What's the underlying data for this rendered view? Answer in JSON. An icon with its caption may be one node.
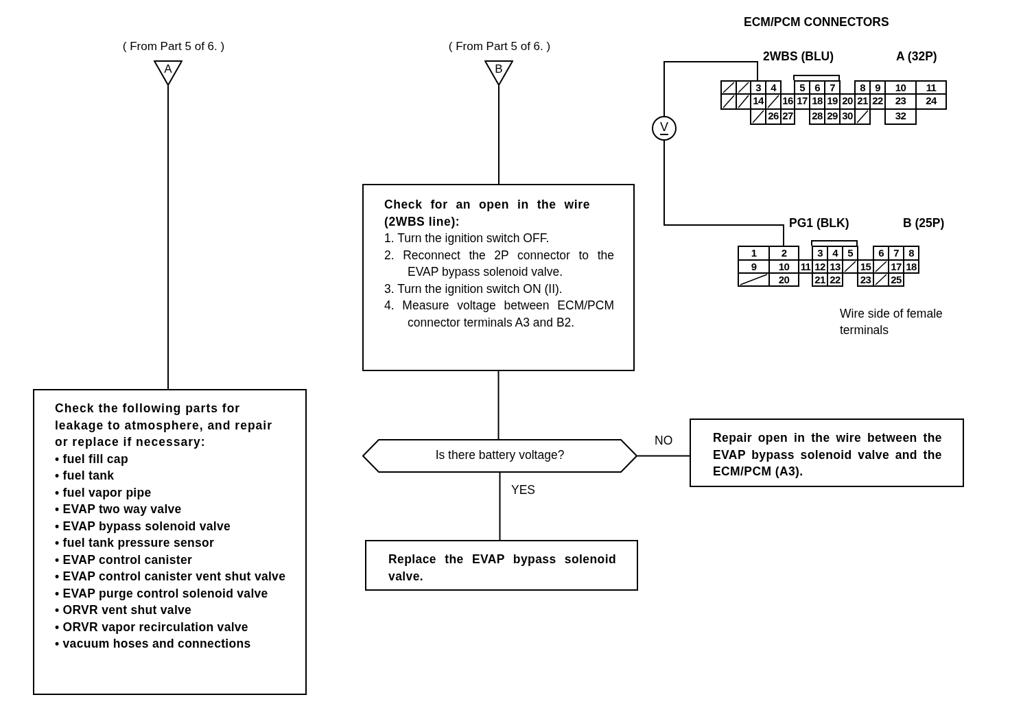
{
  "diagram": {
    "nodes": [
      {
        "text": [
          "A"
        ],
        "beside": [
          "( From Part 5 of 6. )"
        ]
      },
      {
        "text": [
          "Check the following parts for leakage to atmosphere, and repair or replace if necessary:",
          "• fuel fill cap",
          "• fuel tank",
          "• fuel vapor pipe",
          "• EVAP two way valve",
          "• EVAP bypass solenoid valve",
          "• fuel tank pressure sensor",
          "• EVAP control canister",
          "• EVAP control canister vent shut valve",
          "• EVAP purge control solenoid valve",
          "• ORVR vent shut valve",
          "• ORVR vapor recirculation valve",
          "• vacuum hoses and connections"
        ]
      },
      {
        "text": [
          "B"
        ],
        "beside": [
          "( From Part 5 of 6. )"
        ]
      },
      {
        "text": [
          "Check for an open in the wire (2WBS line):",
          "1. Turn the ignition switch OFF.",
          "2. Reconnect the 2P connector to the EVAP bypass solenoid valve.",
          "3. Turn the ignition switch ON (II).",
          "4. Measure voltage between ECM/PCM connector terminals A3 and B2."
        ]
      },
      {
        "text": [
          "Is there battery voltage?"
        ]
      },
      {
        "text": [
          "Repair open in the wire between the EVAP bypass solenoid valve and the ECM/PCM (A3)."
        ]
      },
      {
        "text": [
          "Replace the EVAP bypass solenoid valve."
        ]
      },
      {
        "text": [
          "V"
        ]
      },
      {
        "text": [
          "3",
          "4",
          "5",
          "6",
          "7",
          "8",
          "9",
          "10",
          "11",
          "14",
          "16",
          "17",
          "18",
          "19",
          "20",
          "21",
          "22",
          "23",
          "24",
          "26",
          "27",
          "28",
          "29",
          "30",
          "32"
        ]
      },
      {
        "text": [
          "1",
          "2",
          "3",
          "4",
          "5",
          "6",
          "7",
          "8",
          "9",
          "10",
          "11",
          "12",
          "13",
          "15",
          "17",
          "18",
          "20",
          "21",
          "22",
          "23",
          "25"
        ]
      }
    ],
    "edges": [
      {
        "from": 0,
        "to": 1,
        "arrow": "none"
      },
      {
        "from": 2,
        "to": 3,
        "arrow": "none"
      },
      {
        "from": 3,
        "to": 4,
        "arrow": "none"
      },
      {
        "from": 4,
        "to": 5,
        "arrow": "none",
        "label": "NO"
      },
      {
        "from": 4,
        "to": 6,
        "arrow": "none",
        "label": "YES"
      },
      {
        "from": 7,
        "to": 8,
        "arrow": "none"
      },
      {
        "from": 7,
        "to": 9,
        "arrow": "none"
      }
    ],
    "labels": [
      "ECM/PCM CONNECTORS",
      "2WBS (BLU)",
      "A (32P)",
      "PG1 (BLK)",
      "B (25P)",
      "Wire side of female terminals"
    ]
  }
}
